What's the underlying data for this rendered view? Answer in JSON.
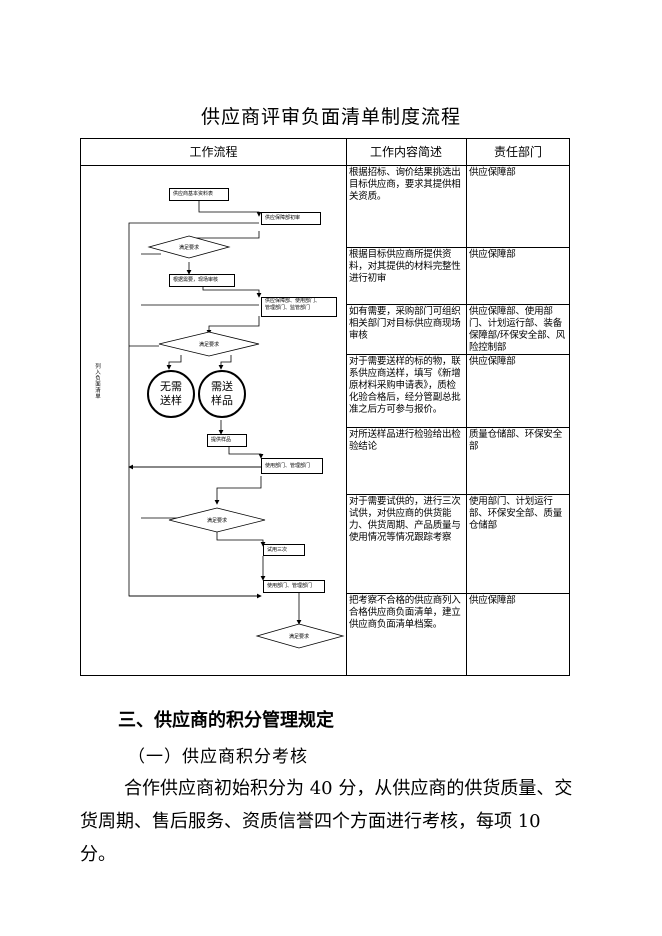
{
  "title": "供应商评审负面清单制度流程",
  "table": {
    "headers": [
      "工作流程",
      "工作内容简述",
      "责任部门"
    ],
    "rows": [
      {
        "desc": "根据招标、询价结果挑选出目标供应商，要求其提供相关资质。",
        "dept": "供应保障部"
      },
      {
        "desc": "根据目标供应商所提供资料，对其提供的材料完整性进行初审",
        "dept": "供应保障部"
      },
      {
        "desc": "如有需要，采购部门可组织相关部门对目标供应商现场审核",
        "dept": "供应保障部、使用部门、计划运行部、装备保障部/环保安全部、风险控制部"
      },
      {
        "desc": "对于需要送样的标的物，联系供应商送样，填写《新增原材料采购申请表》，质检化验合格后，经分管副总批准之后方可参与报价。",
        "dept": "供应保障部"
      },
      {
        "desc": "对所送样品进行检验给出检验结论",
        "dept": "质量仓储部、环保安全部"
      },
      {
        "desc": "对于需要试供的，进行三次试供，对供应商的供货能力、供货周期、产品质量与使用情况等情况跟踪考察",
        "dept": "使用部门、计划运行部、环保安全部、质量仓储部"
      },
      {
        "desc": "把考察不合格的供应商列入合格供应商负面清单，建立供应商负面清单档案。",
        "dept": "供应保障部"
      }
    ]
  },
  "flow": {
    "box1": "供应商基本资料表",
    "box2": "供应保障部初审",
    "dia1": "满足要求",
    "box3": "根据需要，现场审核",
    "box4_line1": "供应保障部、使用部门、",
    "box4_line2": "管理部门、监管部门",
    "dia2": "满足要求",
    "circle1_line1": "无需",
    "circle1_line2": "送样",
    "circle2_line1": "需送",
    "circle2_line2": "样品",
    "box5": "提供样品",
    "box6": "使用部门、管理部门",
    "dia3": "满足要求",
    "box7": "试用三次",
    "box8": "使用部门、管理部门",
    "dia4": "满足要求",
    "side": "列入负面清单"
  },
  "section_heading": "三、供应商的积分管理规定",
  "sub_heading": "（一）供应商积分考核",
  "paragraph": "合作供应商初始积分为 40 分，从供应商的供货质量、交货周期、售后服务、资质信誉四个方面进行考核，每项 10 分。"
}
